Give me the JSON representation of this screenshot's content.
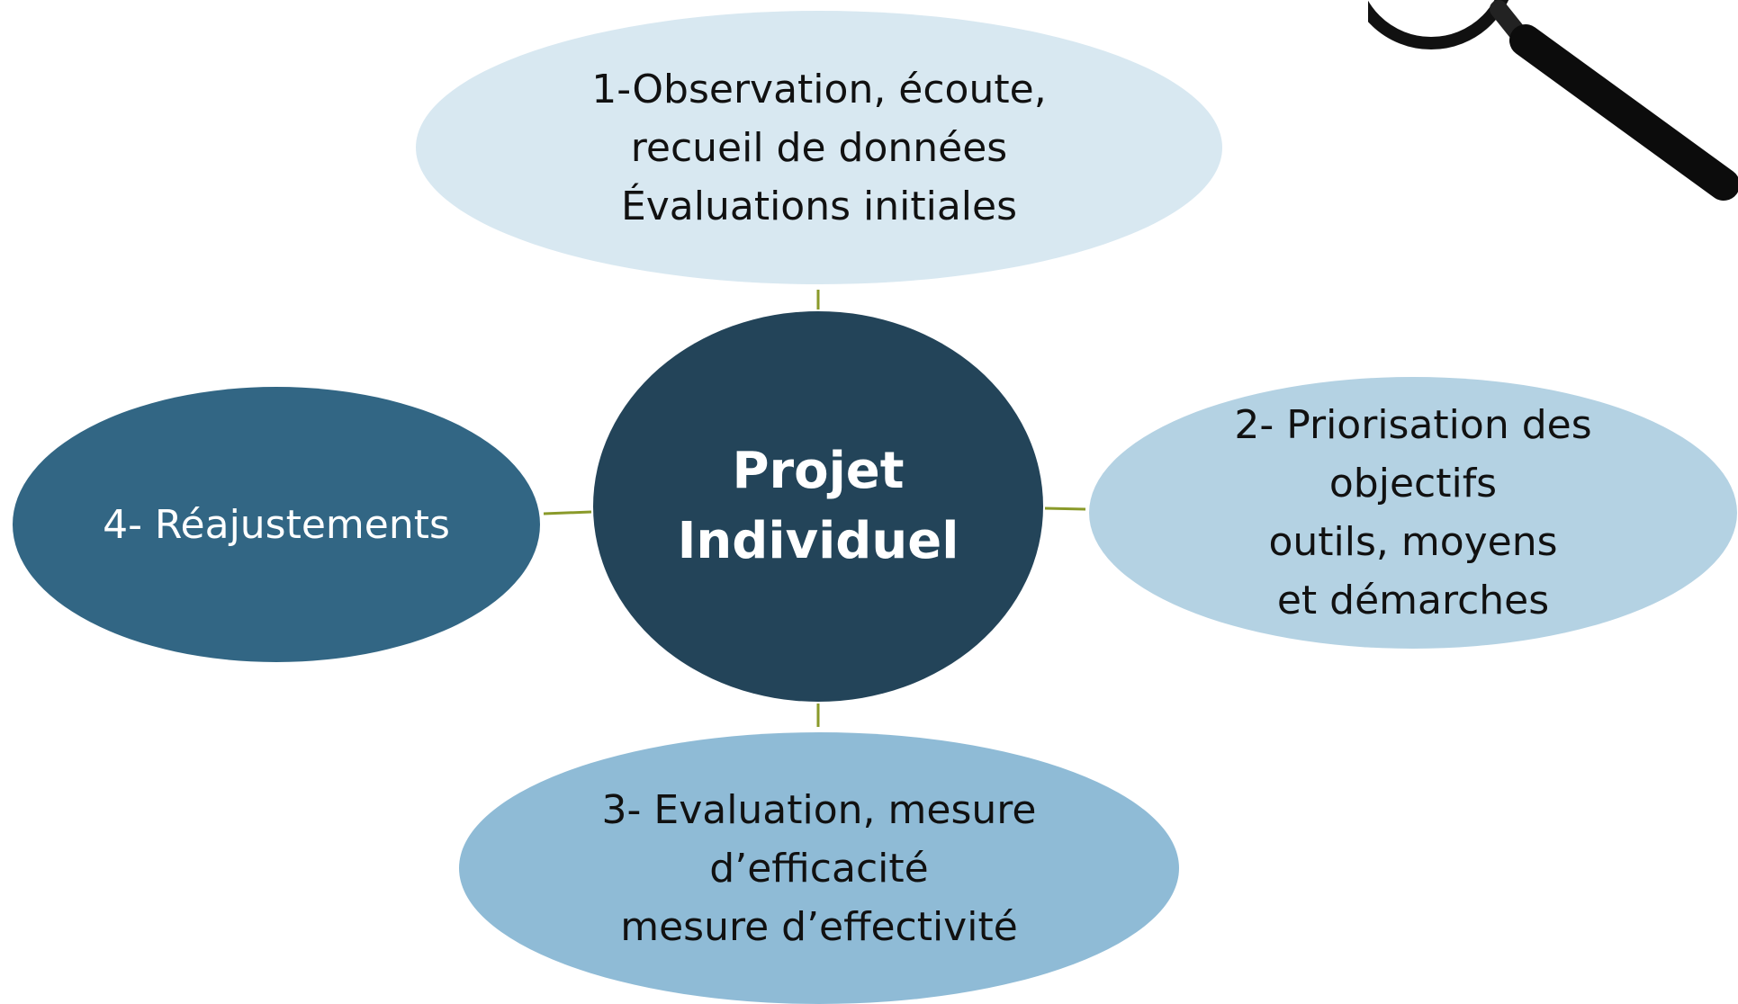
{
  "diagram": {
    "center": {
      "lines": [
        "Projet",
        "Individuel"
      ],
      "color": "#234459",
      "text_color": "#ffffff"
    },
    "nodes": [
      {
        "id": "node-1",
        "lines": [
          "1-Observation, écoute,",
          "recueil de données",
          "Évaluations initiales"
        ],
        "color": "#d8e8f1",
        "text_color": "#111111"
      },
      {
        "id": "node-2",
        "lines": [
          "2- Priorisation des",
          "objectifs",
          "outils, moyens",
          "et démarches"
        ],
        "color": "#b4d2e3",
        "text_color": "#111111"
      },
      {
        "id": "node-3",
        "lines": [
          "3- Evaluation, mesure",
          "d’efficacité",
          "mesure d’effectivité"
        ],
        "color": "#8fbbd6",
        "text_color": "#111111"
      },
      {
        "id": "node-4",
        "lines": [
          "4- Réajustements"
        ],
        "color": "#326684",
        "text_color": "#ffffff"
      }
    ],
    "connector_color": "#8a9a2a",
    "decoration": "magnifying-glass-icon"
  }
}
